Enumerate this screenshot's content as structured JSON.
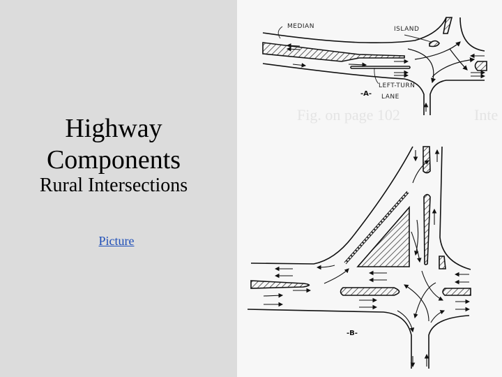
{
  "slide": {
    "title_line1": "Highway",
    "title_line2": "Components",
    "subtitle": "Rural Intersections",
    "link_label": "Picture",
    "colors": {
      "left_background": "#dcdcdc",
      "right_background": "#f7f7f7",
      "link": "#1f4fb8",
      "text": "#000000"
    }
  },
  "figure": {
    "caption_ghost": "Fig. on page 102",
    "caption_ghost_right": "Inte",
    "diagram_a": {
      "label": "-A-",
      "annotations": {
        "median": "MEDIAN",
        "island": "ISLAND",
        "left_turn_line1": "LEFT-TURN",
        "left_turn_line2": "LANE"
      }
    },
    "diagram_b": {
      "label": "-B-"
    }
  }
}
